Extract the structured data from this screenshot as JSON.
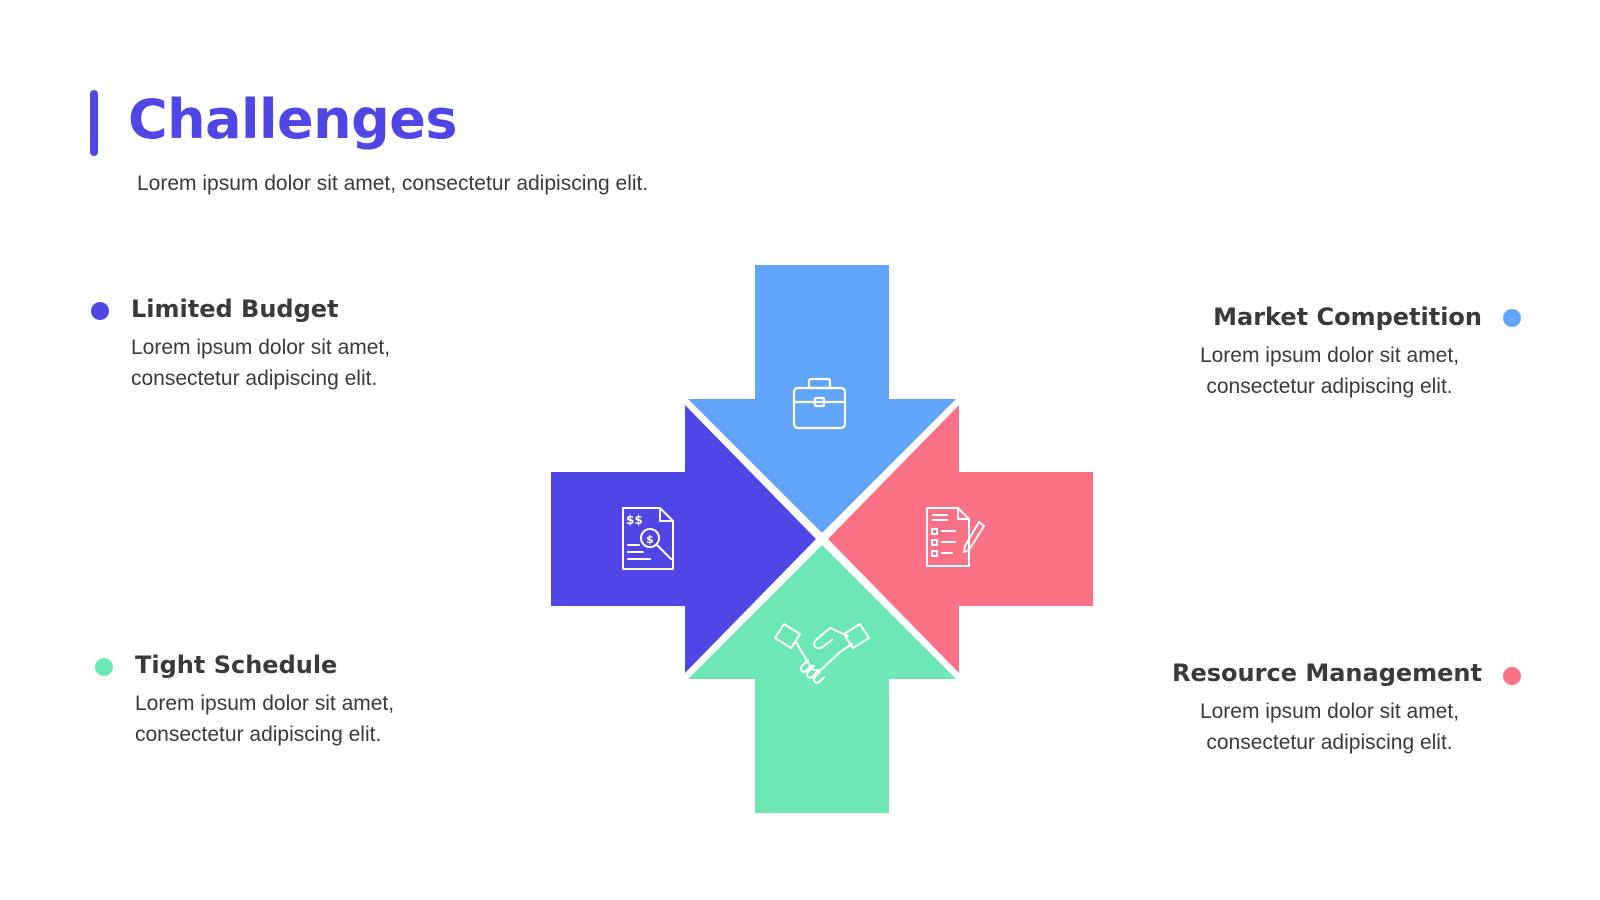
{
  "slide": {
    "title": "Challenges",
    "subtitle": "Lorem ipsum dolor sit amet, consectetur adipiscing elit."
  },
  "items": {
    "limited_budget": {
      "title": "Limited Budget",
      "desc_line1": "Lorem ipsum dolor sit amet,",
      "desc_line2": "consectetur adipiscing elit.",
      "color": "#4f46e5",
      "icon": "budget-document-icon"
    },
    "tight_schedule": {
      "title": "Tight Schedule",
      "desc_line1": "Lorem ipsum dolor sit amet,",
      "desc_line2": "consectetur adipiscing elit.",
      "color": "#6ee7b7",
      "icon": "handshake-icon"
    },
    "market_competition": {
      "title": "Market Competition",
      "desc_line1": "Lorem ipsum dolor sit amet,",
      "desc_line2": "consectetur adipiscing elit.",
      "color": "#60a5fa",
      "icon": "briefcase-icon"
    },
    "resource_management": {
      "title": "Resource Management",
      "desc_line1": "Lorem ipsum dolor sit amet,",
      "desc_line2": "consectetur adipiscing elit.",
      "color": "#fb7185",
      "icon": "checklist-pen-icon"
    }
  },
  "colors": {
    "accent": "#4f46e5",
    "text": "#3a3a3a",
    "background": "#ffffff"
  }
}
